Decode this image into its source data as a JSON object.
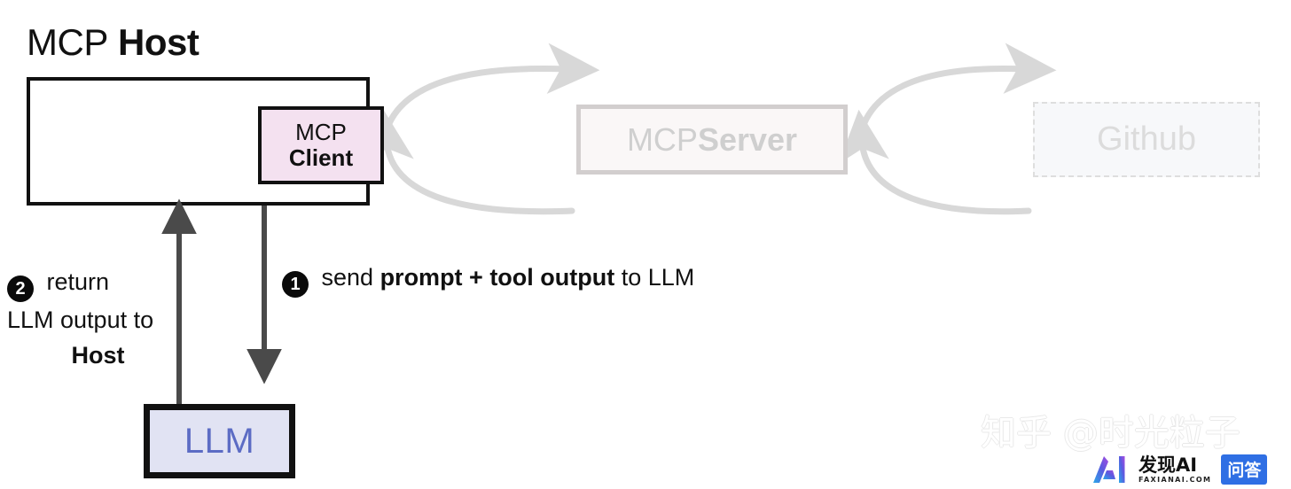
{
  "title": {
    "prefix": "MCP",
    "emphasis": "Host"
  },
  "nodes": {
    "host": {
      "name": "MCP Host",
      "border_color": "#111111",
      "fill": "#ffffff"
    },
    "client": {
      "line1": "MCP",
      "line2": "Client",
      "fill": "#f4e1f0",
      "border_color": "#111111"
    },
    "server": {
      "prefix": "MCP ",
      "emphasis": "Server",
      "fill": "#faf7f7",
      "border_color": "#d2cece",
      "text_color": "#cfcfcf",
      "state": "faded"
    },
    "github": {
      "label": "Github",
      "fill": "#f7f8fa",
      "border_color": "#dedede",
      "border_style": "dashed",
      "text_color": "#dcdcdc",
      "state": "faded"
    },
    "llm": {
      "label": "LLM",
      "fill": "#e1e3f3",
      "border_color": "#111111",
      "text_color": "#5c6cc4"
    }
  },
  "steps": [
    {
      "number": "1",
      "text_before": " send ",
      "text_bold": "prompt + tool output",
      "text_after": " to LLM"
    },
    {
      "number": "2",
      "line1": " return",
      "line2": "LLM output to",
      "line3": "Host"
    }
  ],
  "connectors": {
    "client_to_server": {
      "label_out": "client-to-server-arrow",
      "label_back": "server-to-client-arrow",
      "color": "#d8d8d8"
    },
    "server_to_github": {
      "label_out": "server-to-github-arrow",
      "label_back": "github-to-server-arrow",
      "color": "#d8d8d8"
    },
    "host_to_llm": {
      "label_down": "host-to-llm-arrow",
      "label_up": "llm-to-host-arrow",
      "color": "#4a4a4a"
    }
  },
  "watermark": {
    "text": "知乎 @时光粒子",
    "logo_main": "发现AI",
    "logo_sub": "FAXIANAI.COM",
    "logo_badge": "问答",
    "badge_color": "#2f6fe4"
  }
}
